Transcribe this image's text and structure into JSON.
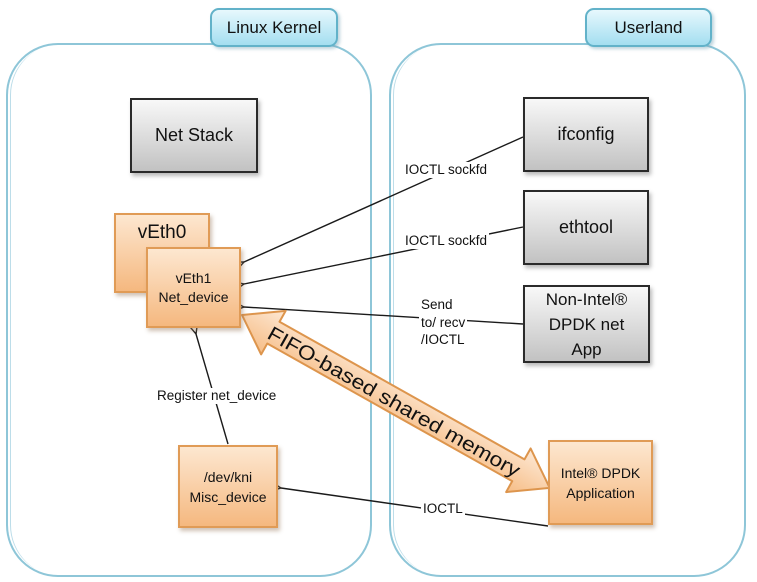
{
  "diagram": {
    "regions": {
      "linux_kernel": {
        "label": "Linux Kernel"
      },
      "userland": {
        "label": "Userland"
      }
    },
    "nodes": {
      "net_stack": {
        "label": "Net Stack"
      },
      "ifconfig": {
        "label": "ifconfig"
      },
      "ethtool": {
        "label": "ethtool"
      },
      "non_intel_app": {
        "lines": [
          "Non-Intel®",
          "DPDK net",
          "App"
        ]
      },
      "veth0": {
        "label": "vEth0"
      },
      "veth1": {
        "lines": [
          "vEth1",
          "Net_device"
        ]
      },
      "dev_kni": {
        "lines": [
          "/dev/kni",
          "Misc_device"
        ]
      },
      "intel_dpdk_app": {
        "lines": [
          "Intel® DPDK",
          "Application"
        ]
      }
    },
    "edge_labels": {
      "ioctl_sockfd_ifconfig": "IOCTL sockfd",
      "ioctl_sockfd_ethtool": "IOCTL sockfd",
      "send_recv": {
        "lines": [
          "Send",
          "to/ recv",
          "/IOCTL"
        ]
      },
      "register_net_device": "Register net_device",
      "ioctl": "IOCTL"
    },
    "fifo_arrow_label": "FIFO-based shared memory",
    "colors": {
      "region_border": "#8ec6d8",
      "tab_fill_top": "#e7f8fd",
      "tab_fill_bottom": "#a3def0",
      "tab_border": "#62b2c9",
      "gray_fill_top": "#f8f8f8",
      "gray_fill_bottom": "#c2c2c2",
      "gray_border": "#2a2a2a",
      "orange_fill_top": "#fde7d0",
      "orange_fill_bottom": "#f5b87f",
      "orange_border": "#e09b56",
      "line": "#1a1a1a"
    }
  }
}
